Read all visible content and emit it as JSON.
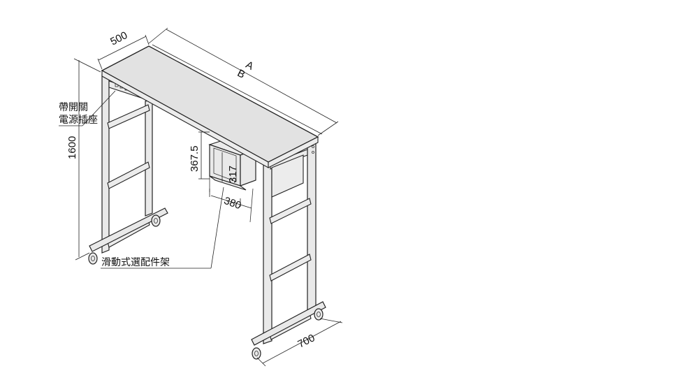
{
  "diagram": {
    "dimensions": {
      "depth": "500",
      "length_a": "A",
      "length_b": "B",
      "height": "1600",
      "drawer_height": "367.5",
      "drawer_inner_height": "317",
      "drawer_width": "380",
      "base_depth": "700"
    },
    "labels": {
      "power_strip_line1": "帶開關",
      "power_strip_line2": "電源插座",
      "drawer_shelf": "滑動式選配件架"
    }
  }
}
